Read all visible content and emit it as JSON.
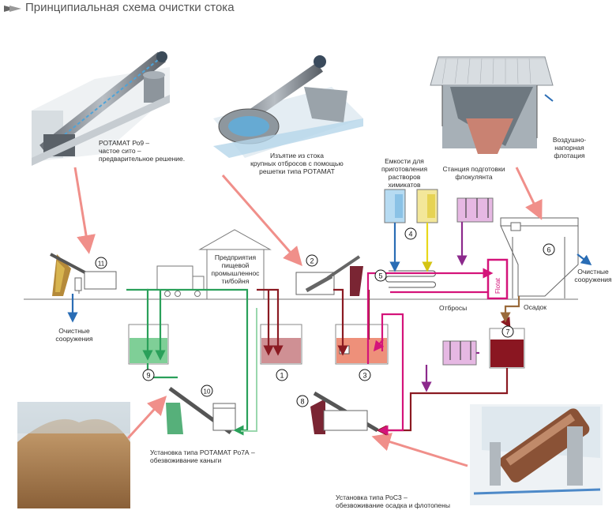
{
  "title": "Принципиальная схема очистки стока",
  "labels": {
    "potamat_po9": "РОТАМАТ Ро9 –\nчастое сито –\nпредварительное решение.",
    "screen_removal": "Изъятие из стока\nкрупных отбросов с помощью\nрешетки типа РОТАМАТ",
    "reagent_tanks": "Емкости для\nприготовления\nрастворов химикатов",
    "flocculant_station": "Станция подготовки\nфлокулянта",
    "daf": "Воздушно-\nнапорная\nфлотация",
    "plant": "Предприятия\nпищевой\nпромышленнос\nти/бойня",
    "clean_left": "Очистные\nсооружения",
    "clean_right": "Очистные\nсооружения",
    "waste": "Отбросы",
    "sediment": "Осадок",
    "flotat": "Flotat",
    "po7a": "Установка типа РОТАМАТ Ро7А –\nобезвоживание каныги",
    "poc3": "Установка типа РоС3 –\nобезвоживание осадка и флотопены"
  },
  "numbers": [
    "1",
    "2",
    "3",
    "4",
    "5",
    "6",
    "7",
    "8",
    "9",
    "10",
    "11"
  ],
  "colors": {
    "green": "#2aa05a",
    "dark_red": "#8b1a22",
    "magenta": "#d4147a",
    "purple": "#8c2a8c",
    "blue": "#2a6db5",
    "yellow": "#e8d81a",
    "brown": "#9a6a3a",
    "callout": "#f08f8a"
  },
  "icons": [
    "arrow-title-icon",
    "potamat-machine-icon",
    "screw-press-icon",
    "daf-unit-icon",
    "drum-dewatering-icon",
    "compost-heap-icon"
  ]
}
